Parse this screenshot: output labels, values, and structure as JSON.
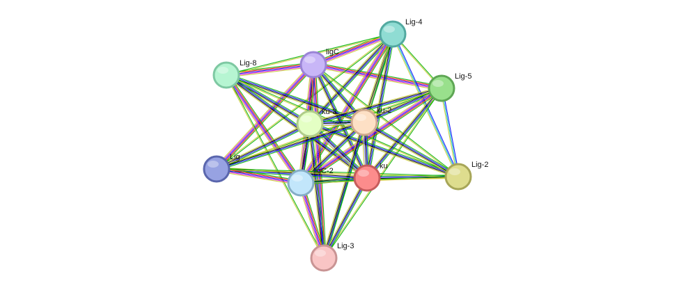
{
  "network": {
    "edge_colors": {
      "curated": "#00c0c0",
      "experimental": "#d000d0",
      "coexpression": "#000000",
      "cooccurrence": "#0000ff",
      "neighborhood": "#00b000",
      "fusion": "#ff0000",
      "textmining": "#c8c830",
      "homology": "#9999ff"
    },
    "nodes": [
      {
        "id": "lig4",
        "label": "Lig-4",
        "fill": "#8fdcd3",
        "stroke": "#52a9a0"
      },
      {
        "id": "ligc",
        "label": "ligC",
        "fill": "#c8b6f7",
        "stroke": "#9a84d6"
      },
      {
        "id": "lig8",
        "label": "Lig-8",
        "fill": "#b6f5d2",
        "stroke": "#7ec8a2"
      },
      {
        "id": "lig5",
        "label": "Lig-5",
        "fill": "#99e08c",
        "stroke": "#5ea654"
      },
      {
        "id": "ku3",
        "label": "ku-3",
        "fill": "#e4ffc4",
        "stroke": "#b0cc8a"
      },
      {
        "id": "ku2",
        "label": "ku-2",
        "fill": "#fde0c5",
        "stroke": "#cfa88c"
      },
      {
        "id": "lig",
        "label": "Lig",
        "fill": "#97a2e2",
        "stroke": "#5a66ad"
      },
      {
        "id": "ligc2",
        "label": "ligC-2",
        "fill": "#c2e6fb",
        "stroke": "#86adc6"
      },
      {
        "id": "ku",
        "label": "ku",
        "fill": "#fc8c8c",
        "stroke": "#c65c5c"
      },
      {
        "id": "lig2",
        "label": "Lig-2",
        "fill": "#dedd8e",
        "stroke": "#a7a658"
      },
      {
        "id": "lig3",
        "label": "Lig-3",
        "fill": "#f9c5c5",
        "stroke": "#c99494"
      }
    ],
    "edges": [
      {
        "source": "ligc",
        "target": "lig4",
        "types": [
          "neighborhood",
          "fusion",
          "cooccurrence",
          "experimental",
          "textmining"
        ]
      },
      {
        "source": "lig8",
        "target": "ligc",
        "types": [
          "neighborhood",
          "fusion",
          "cooccurrence",
          "experimental",
          "textmining"
        ]
      },
      {
        "source": "lig8",
        "target": "lig4",
        "types": [
          "neighborhood",
          "textmining"
        ]
      },
      {
        "source": "ligc",
        "target": "lig5",
        "types": [
          "neighborhood",
          "fusion",
          "cooccurrence",
          "experimental",
          "textmining"
        ]
      },
      {
        "source": "lig4",
        "target": "lig5",
        "types": [
          "neighborhood",
          "textmining"
        ]
      },
      {
        "source": "lig4",
        "target": "ku3",
        "types": [
          "neighborhood",
          "cooccurrence",
          "coexpression",
          "textmining"
        ]
      },
      {
        "source": "lig4",
        "target": "ku2",
        "types": [
          "neighborhood",
          "cooccurrence",
          "coexpression",
          "textmining"
        ]
      },
      {
        "source": "lig4",
        "target": "ku",
        "types": [
          "neighborhood",
          "cooccurrence",
          "coexpression",
          "textmining"
        ]
      },
      {
        "source": "lig4",
        "target": "ligc2",
        "types": [
          "neighborhood",
          "fusion",
          "cooccurrence",
          "experimental",
          "textmining"
        ]
      },
      {
        "source": "lig4",
        "target": "lig",
        "types": [
          "neighborhood",
          "textmining"
        ]
      },
      {
        "source": "lig4",
        "target": "lig2",
        "types": [
          "cooccurrence",
          "curated",
          "textmining"
        ]
      },
      {
        "source": "lig4",
        "target": "lig3",
        "types": [
          "neighborhood",
          "textmining"
        ]
      },
      {
        "source": "ligc",
        "target": "ku3",
        "types": [
          "neighborhood",
          "cooccurrence",
          "coexpression",
          "textmining"
        ]
      },
      {
        "source": "ligc",
        "target": "ku2",
        "types": [
          "neighborhood",
          "cooccurrence",
          "coexpression",
          "textmining"
        ]
      },
      {
        "source": "ligc",
        "target": "ku",
        "types": [
          "neighborhood",
          "cooccurrence",
          "coexpression",
          "textmining"
        ]
      },
      {
        "source": "ligc",
        "target": "ligc2",
        "types": [
          "neighborhood",
          "fusion",
          "cooccurrence",
          "experimental",
          "textmining"
        ]
      },
      {
        "source": "ligc",
        "target": "lig",
        "types": [
          "neighborhood",
          "fusion",
          "cooccurrence",
          "experimental",
          "textmining"
        ]
      },
      {
        "source": "ligc",
        "target": "lig2",
        "types": [
          "neighborhood",
          "textmining"
        ]
      },
      {
        "source": "ligc",
        "target": "lig3",
        "types": [
          "neighborhood",
          "fusion",
          "cooccurrence",
          "experimental",
          "textmining"
        ]
      },
      {
        "source": "lig8",
        "target": "ku3",
        "types": [
          "neighborhood",
          "cooccurrence",
          "coexpression",
          "textmining"
        ]
      },
      {
        "source": "lig8",
        "target": "ku2",
        "types": [
          "neighborhood",
          "cooccurrence",
          "coexpression",
          "textmining"
        ]
      },
      {
        "source": "lig8",
        "target": "ku",
        "types": [
          "neighborhood",
          "cooccurrence",
          "coexpression",
          "textmining"
        ]
      },
      {
        "source": "lig8",
        "target": "ligc2",
        "types": [
          "neighborhood",
          "fusion",
          "cooccurrence",
          "experimental",
          "textmining"
        ]
      },
      {
        "source": "lig8",
        "target": "lig2",
        "types": [
          "neighborhood",
          "textmining"
        ]
      },
      {
        "source": "lig8",
        "target": "lig3",
        "types": [
          "neighborhood",
          "textmining"
        ]
      },
      {
        "source": "lig5",
        "target": "ku3",
        "types": [
          "neighborhood",
          "cooccurrence",
          "coexpression",
          "textmining"
        ]
      },
      {
        "source": "lig5",
        "target": "ku2",
        "types": [
          "neighborhood",
          "cooccurrence",
          "coexpression",
          "textmining"
        ]
      },
      {
        "source": "lig5",
        "target": "ku",
        "types": [
          "neighborhood",
          "cooccurrence",
          "coexpression",
          "textmining"
        ]
      },
      {
        "source": "lig5",
        "target": "ligc2",
        "types": [
          "neighborhood",
          "fusion",
          "cooccurrence",
          "experimental",
          "textmining"
        ]
      },
      {
        "source": "lig5",
        "target": "lig",
        "types": [
          "neighborhood",
          "textmining"
        ]
      },
      {
        "source": "lig5",
        "target": "lig2",
        "types": [
          "cooccurrence",
          "curated",
          "textmining"
        ]
      },
      {
        "source": "lig5",
        "target": "lig3",
        "types": [
          "neighborhood",
          "textmining"
        ]
      },
      {
        "source": "ku3",
        "target": "ku2",
        "types": [
          "neighborhood",
          "cooccurrence",
          "coexpression",
          "homology",
          "textmining"
        ]
      },
      {
        "source": "ku3",
        "target": "ku",
        "types": [
          "neighborhood",
          "cooccurrence",
          "coexpression",
          "homology",
          "textmining"
        ]
      },
      {
        "source": "ku3",
        "target": "ligc2",
        "types": [
          "neighborhood",
          "cooccurrence",
          "coexpression",
          "textmining"
        ]
      },
      {
        "source": "ku3",
        "target": "lig",
        "types": [
          "neighborhood",
          "cooccurrence",
          "coexpression",
          "textmining"
        ]
      },
      {
        "source": "ku3",
        "target": "lig2",
        "types": [
          "neighborhood",
          "cooccurrence",
          "coexpression",
          "textmining"
        ]
      },
      {
        "source": "ku3",
        "target": "lig3",
        "types": [
          "neighborhood",
          "cooccurrence",
          "coexpression",
          "textmining"
        ]
      },
      {
        "source": "ku2",
        "target": "ku",
        "types": [
          "neighborhood",
          "cooccurrence",
          "coexpression",
          "homology",
          "textmining"
        ]
      },
      {
        "source": "ku2",
        "target": "ligc2",
        "types": [
          "neighborhood",
          "cooccurrence",
          "coexpression",
          "textmining"
        ]
      },
      {
        "source": "ku2",
        "target": "lig",
        "types": [
          "neighborhood",
          "cooccurrence",
          "coexpression",
          "textmining"
        ]
      },
      {
        "source": "ku2",
        "target": "lig2",
        "types": [
          "neighborhood",
          "cooccurrence",
          "coexpression",
          "textmining"
        ]
      },
      {
        "source": "ku2",
        "target": "lig3",
        "types": [
          "neighborhood",
          "cooccurrence",
          "coexpression",
          "textmining"
        ]
      },
      {
        "source": "ku",
        "target": "ligc2",
        "types": [
          "neighborhood",
          "cooccurrence",
          "coexpression",
          "textmining"
        ]
      },
      {
        "source": "ku",
        "target": "lig",
        "types": [
          "neighborhood",
          "cooccurrence",
          "coexpression",
          "textmining"
        ]
      },
      {
        "source": "ku",
        "target": "lig2",
        "types": [
          "neighborhood",
          "cooccurrence",
          "coexpression",
          "textmining"
        ]
      },
      {
        "source": "ku",
        "target": "lig3",
        "types": [
          "neighborhood",
          "cooccurrence",
          "coexpression",
          "textmining"
        ]
      },
      {
        "source": "lig",
        "target": "ligc2",
        "types": [
          "neighborhood",
          "fusion",
          "cooccurrence",
          "experimental",
          "textmining"
        ]
      },
      {
        "source": "lig",
        "target": "lig2",
        "types": [
          "neighborhood",
          "textmining"
        ]
      },
      {
        "source": "ligc2",
        "target": "lig2",
        "types": [
          "neighborhood",
          "textmining"
        ]
      },
      {
        "source": "ligc2",
        "target": "lig3",
        "types": [
          "neighborhood",
          "fusion",
          "cooccurrence",
          "experimental",
          "textmining"
        ]
      }
    ]
  }
}
